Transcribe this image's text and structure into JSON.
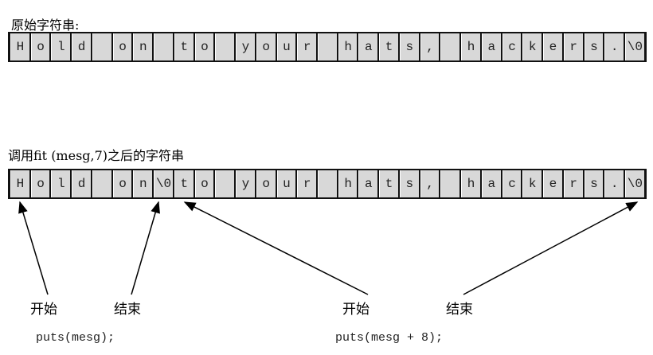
{
  "original_title": "原始字符串:",
  "original_cells": [
    "H",
    "o",
    "l",
    "d",
    "",
    "o",
    "n",
    "",
    "t",
    "o",
    "",
    "y",
    "o",
    "u",
    "r",
    "",
    "h",
    "a",
    "t",
    "s",
    ",",
    "",
    "h",
    "a",
    "c",
    "k",
    "e",
    "r",
    "s",
    ".",
    "\\0"
  ],
  "after_title": "调用fit (mesg,7)之后的字符串",
  "after_cells": [
    "H",
    "o",
    "l",
    "d",
    "",
    "o",
    "n",
    "\\0",
    "t",
    "o",
    "",
    "y",
    "o",
    "u",
    "r",
    "",
    "h",
    "a",
    "t",
    "s",
    ",",
    "",
    "h",
    "a",
    "c",
    "k",
    "e",
    "r",
    "s",
    ".",
    "\\0"
  ],
  "labels": {
    "start1": "开始",
    "end1": "结束",
    "start2": "开始",
    "end2": "结束"
  },
  "code": {
    "call1": "puts(mesg);",
    "call2": "puts(mesg + 8);"
  }
}
